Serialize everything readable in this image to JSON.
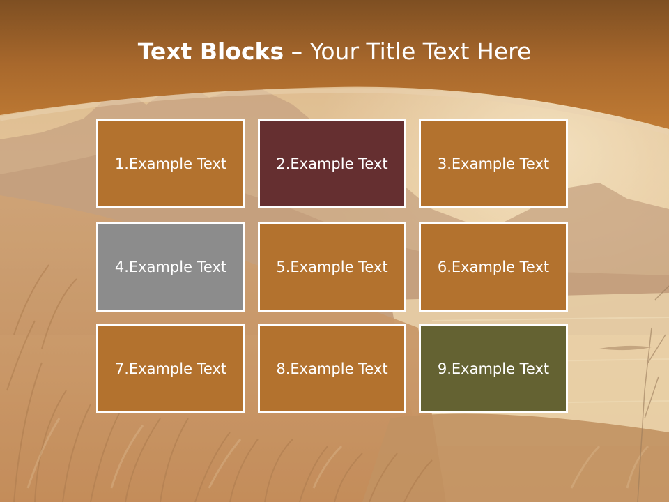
{
  "slide": {
    "title_bold": "Text Blocks",
    "title_rest": " – Your Title Text Here"
  },
  "blocks": [
    {
      "label": "1.Example Text",
      "color": "#b3722e"
    },
    {
      "label": "2.Example Text",
      "color": "#652f30"
    },
    {
      "label": "3.Example Text",
      "color": "#b3722e"
    },
    {
      "label": "4.Example Text",
      "color": "#8c8c8c"
    },
    {
      "label": "5.Example Text",
      "color": "#b3722e"
    },
    {
      "label": "6.Example Text",
      "color": "#b3722e"
    },
    {
      "label": "7.Example Text",
      "color": "#b3722e"
    },
    {
      "label": "8.Example Text",
      "color": "#b3722e"
    },
    {
      "label": "9.Example Text",
      "color": "#646232"
    }
  ],
  "theme": {
    "header_color": "#b8742f",
    "border_color": "#ffffff"
  }
}
